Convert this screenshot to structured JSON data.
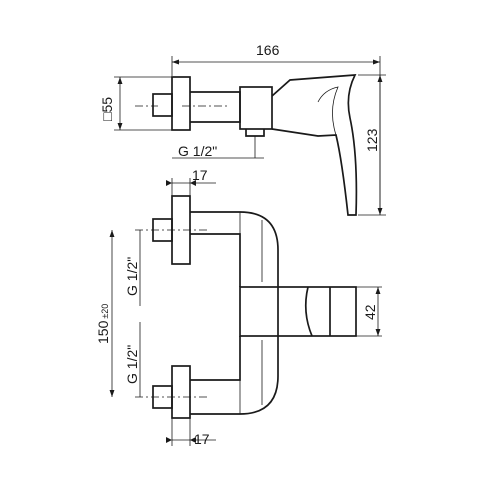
{
  "drawing": {
    "top_view": {
      "overall_width": "166",
      "height": "123",
      "flange_square": "□55",
      "thread_note": "G  1/2\""
    },
    "front_view": {
      "connector_width_top": "17",
      "connector_width_bottom": "17",
      "spout_height": "42",
      "centre_distance": "150",
      "centre_tolerance": "±20",
      "thread_upper": "G  1/2\"",
      "thread_lower": "G  1/2\""
    }
  }
}
